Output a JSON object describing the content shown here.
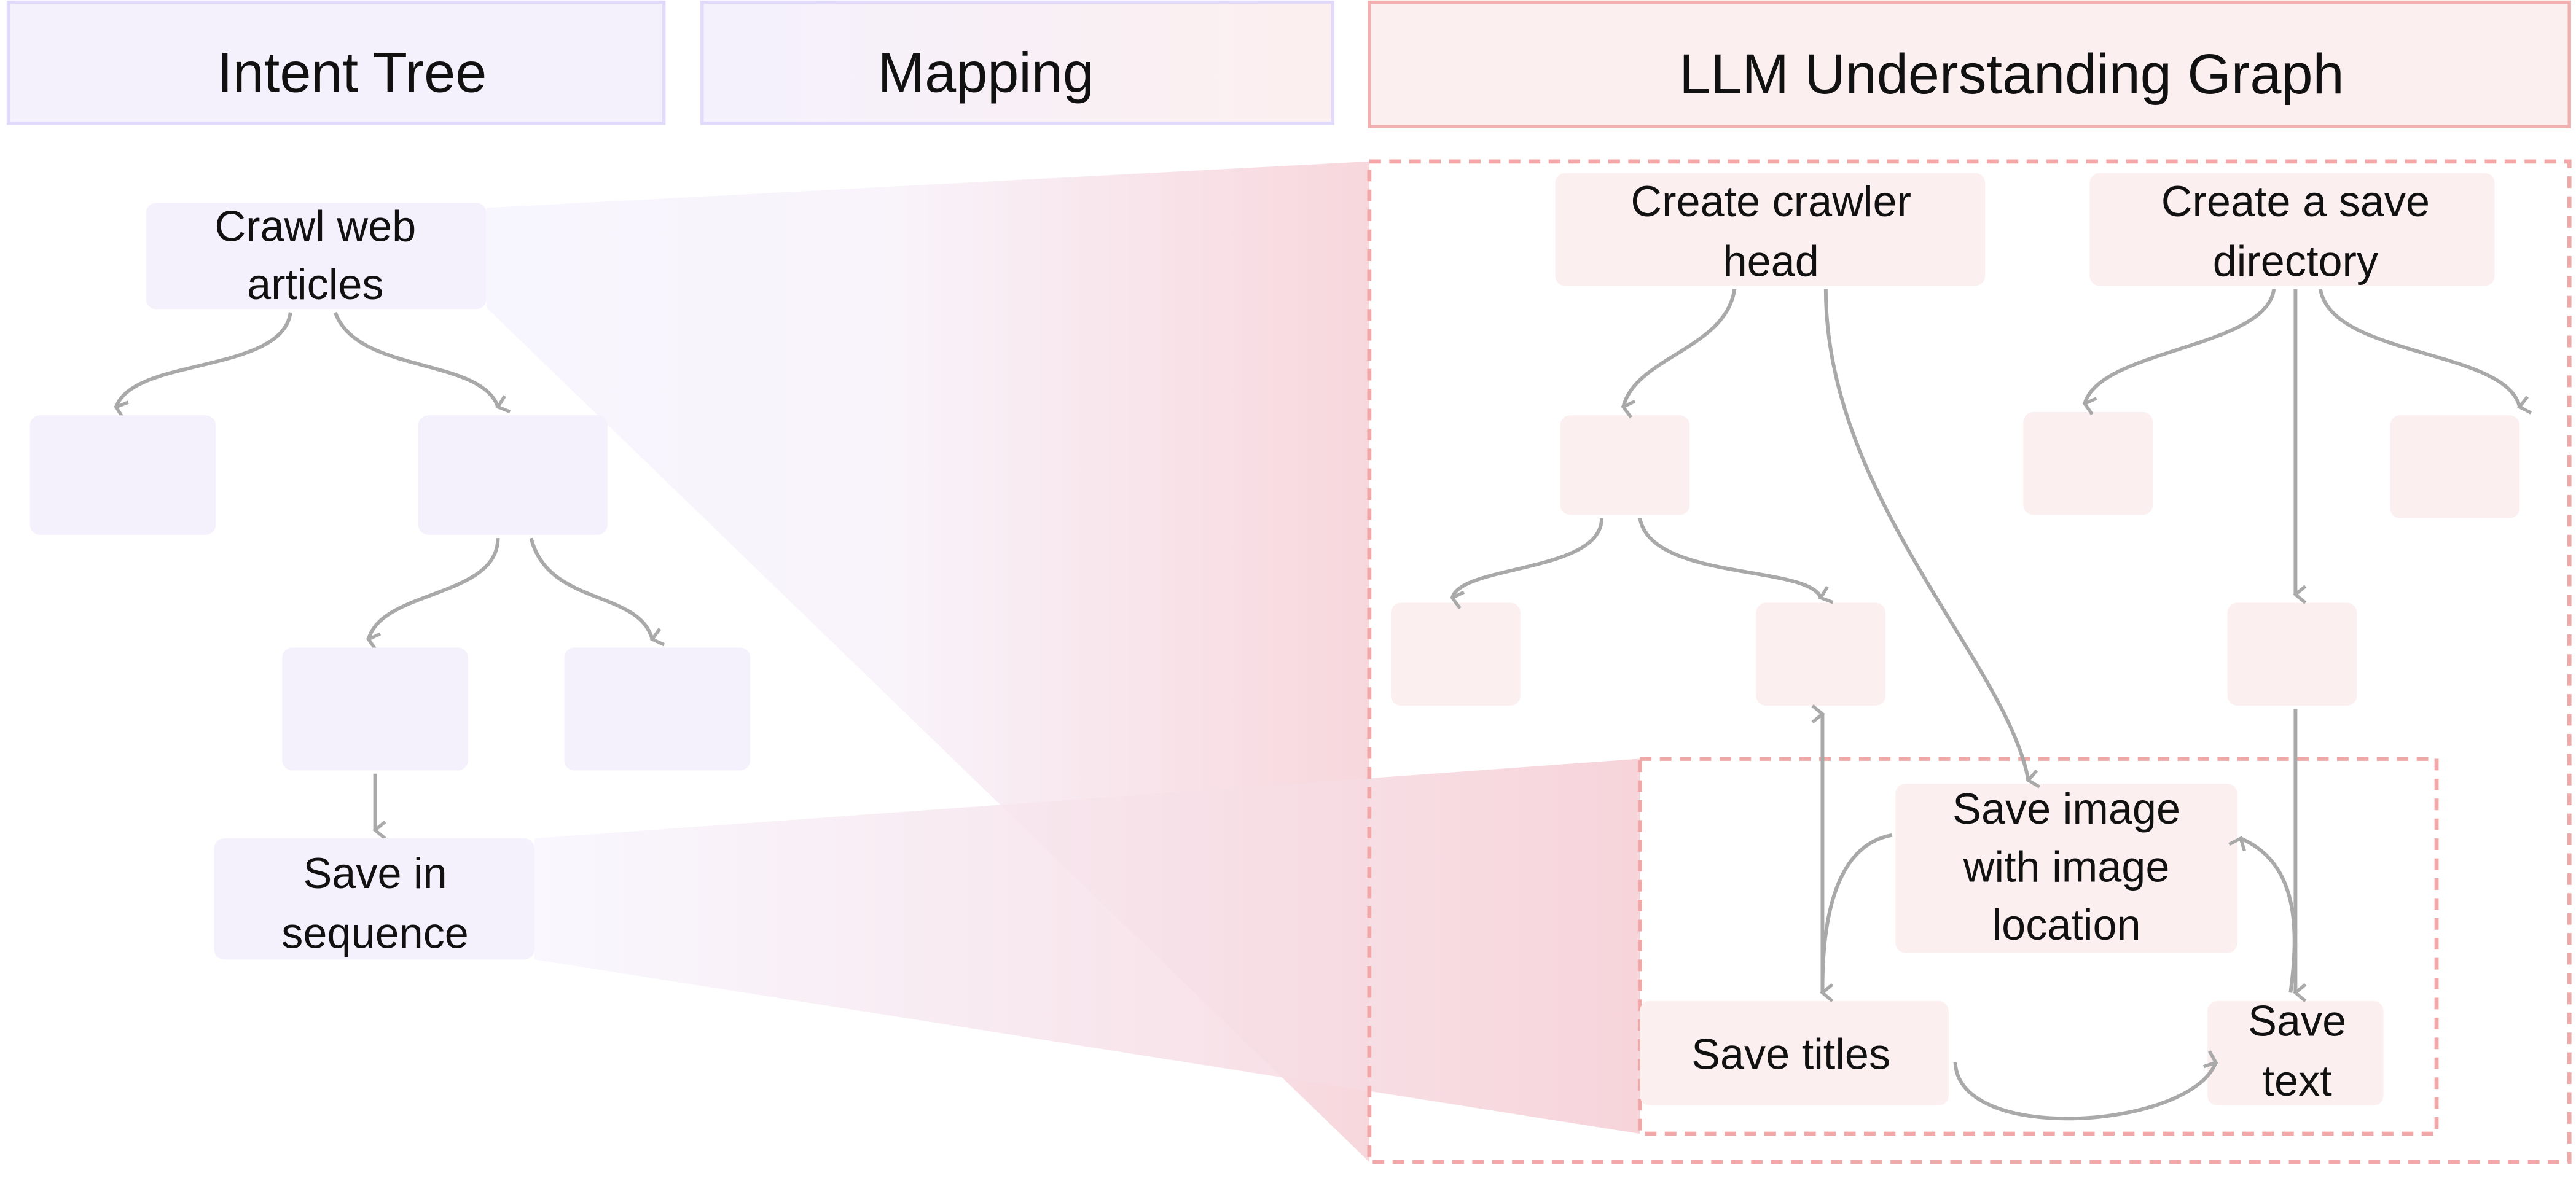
{
  "headers": {
    "intent_tree": "Intent Tree",
    "mapping": "Mapping",
    "llm_graph": "LLM Understanding Graph"
  },
  "intent_tree": {
    "root": [
      "Crawl web",
      "articles"
    ],
    "leaf": [
      "Save in",
      "sequence"
    ]
  },
  "llm_graph": {
    "crawler_head": [
      "Create crawler",
      "head"
    ],
    "save_directory": [
      "Create a save",
      "directory"
    ],
    "save_image": [
      "Save image",
      "with image",
      "location"
    ],
    "save_titles": [
      "Save titles"
    ],
    "save_text": [
      "Save",
      "text"
    ]
  },
  "colors": {
    "intent_fill": "#f4f1fd",
    "intent_border": "#e2dafb",
    "llm_fill": "#fcefef",
    "llm_border": "#f0b0b0",
    "edge": "#a9a9a9"
  }
}
